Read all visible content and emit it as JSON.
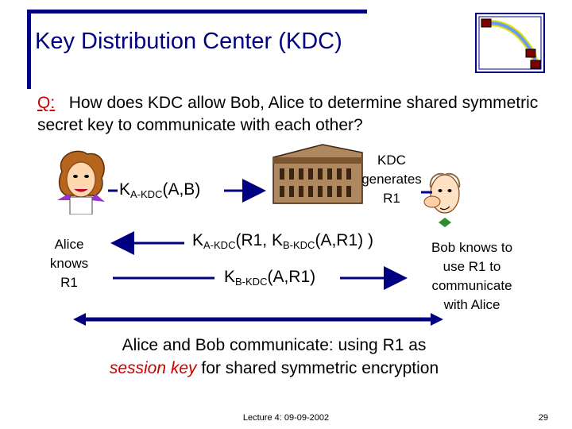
{
  "slide": {
    "title": "Key Distribution Center (KDC)",
    "q_label": "Q:",
    "q_text": "How does KDC allow Bob, Alice to determine shared symmetric secret key to communicate with each other?",
    "msg1_k": "K",
    "msg1_sub": "A-KDC",
    "msg1_rest": "(A,B)",
    "kdc_line1": "KDC",
    "kdc_line2": "generates",
    "kdc_line3": "R1",
    "msg2_k": "K",
    "msg2_sub": "A-KDC",
    "msg2_mid": "(R1, K",
    "msg2_sub2": "B-KDC",
    "msg2_rest": "(A,R1) )",
    "alice_line1": "Alice",
    "alice_line2": "knows",
    "alice_line3": "R1",
    "msg3_k": "K",
    "msg3_sub": "B-KDC",
    "msg3_rest": "(A,R1)",
    "bob_line1": "Bob knows to",
    "bob_line2": "use R1 to",
    "bob_line3": "communicate",
    "bob_line4": "with Alice",
    "bottom_line1": "Alice and Bob communicate: using R1 as",
    "bottom_session": "session key",
    "bottom_rest": "for shared symmetric encryption",
    "footer": "Lecture 4: 09-09-2002",
    "page_number": "29"
  },
  "colors": {
    "title": "#000080",
    "accent": "#cc0000",
    "arrow": "#000080"
  }
}
